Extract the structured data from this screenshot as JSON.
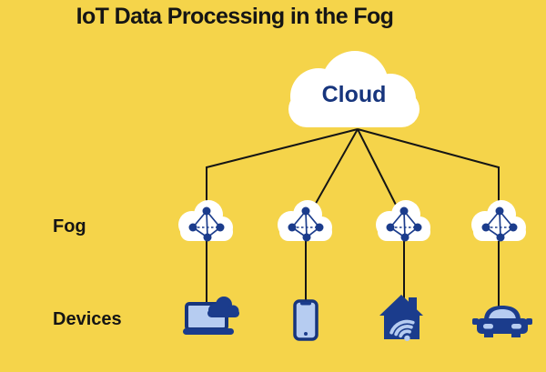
{
  "title": "IoT Data Processing in the Fog",
  "cloud": {
    "label": "Cloud",
    "icon": "cloud-shape"
  },
  "labels": {
    "fog": "Fog",
    "devices": "Devices"
  },
  "fog_layer": {
    "node_count": 4,
    "node_icon": "network-nodes-icon",
    "nodes": [
      {
        "id": "fog-node-1"
      },
      {
        "id": "fog-node-2"
      },
      {
        "id": "fog-node-3"
      },
      {
        "id": "fog-node-4"
      }
    ]
  },
  "device_layer": {
    "devices": [
      {
        "name": "laptop-with-cloud",
        "icon": "laptop-cloud-icon"
      },
      {
        "name": "smartphone",
        "icon": "smartphone-icon"
      },
      {
        "name": "smart-home",
        "icon": "home-wifi-icon"
      },
      {
        "name": "connected-car",
        "icon": "car-icon"
      }
    ]
  },
  "colors": {
    "background": "#F5D44A",
    "navy": "#1B3C8C",
    "navy_text": "#17357D",
    "light_blue": "#B6CCF1",
    "cloud_white": "#FFFFFF",
    "connector_line": "#151515",
    "title_text": "#151515"
  }
}
